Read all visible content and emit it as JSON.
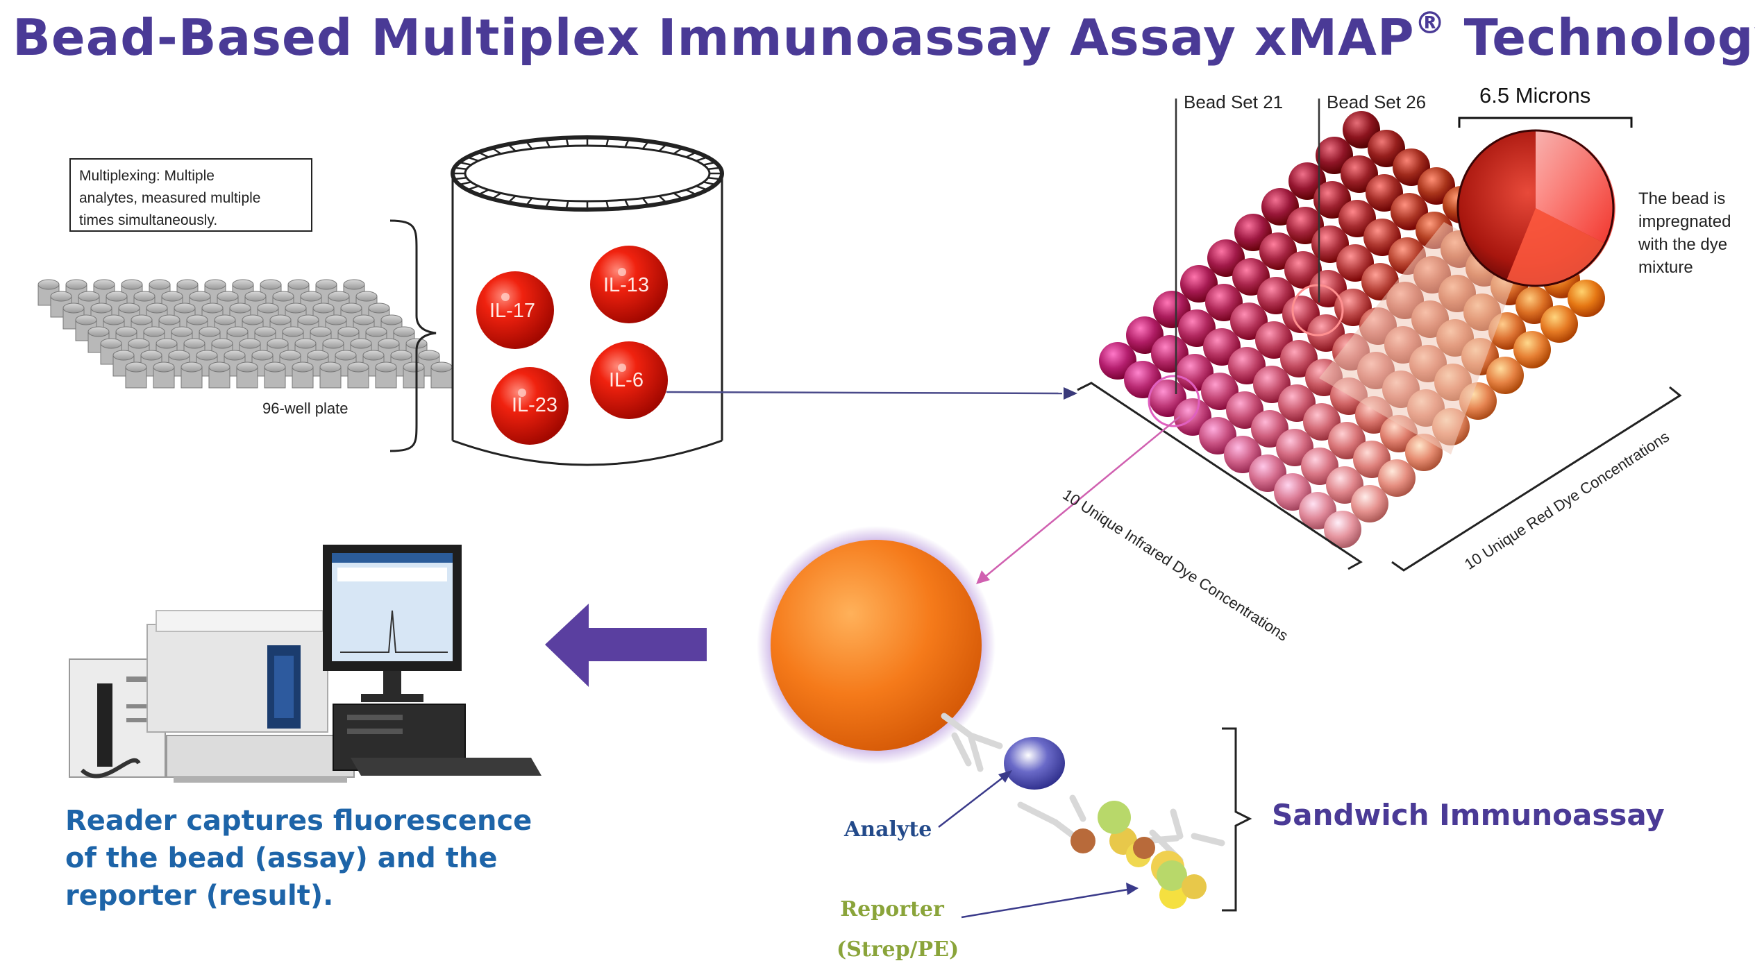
{
  "title": {
    "main": "Bead-Based Multiplex Immunoassay Assay xMAP",
    "registered": "®",
    "tail": " Technology"
  },
  "multiplex_note": {
    "line1": "Multiplexing: Multiple",
    "line2": "analytes, measured multiple",
    "line3": "times simultaneously."
  },
  "plate_label": "96-well plate",
  "tube_beads": [
    "IL-17",
    "IL-13",
    "IL-23",
    "IL-6"
  ],
  "bead_array": {
    "bead_set_a": "Bead Set 21",
    "bead_set_b": "Bead Set 26",
    "size_label": "6.5 Microns",
    "description": "The bead is impregnated with the dye mixture",
    "axis_left": "10 Unique Infrared Dye Concentrations",
    "axis_right": "10 Unique Red Dye Concentrations"
  },
  "reader_caption": {
    "line1": "Reader captures fluorescence",
    "line2": "of the bead (assay) and the",
    "line3": "reporter (result)."
  },
  "sandwich_label": "Sandwich Immunoassay",
  "analyte_label": "Analyte",
  "reporter_label": {
    "line1": "Reporter",
    "line2": "(Strep/PE)"
  },
  "colors": {
    "title": "#4a3a96",
    "caption": "#1d64a8",
    "arrow": "#5a3fa0",
    "tube_bead": "#e0150c",
    "assay_bead": "#f57a1a",
    "reporter": "#8aa43a"
  }
}
